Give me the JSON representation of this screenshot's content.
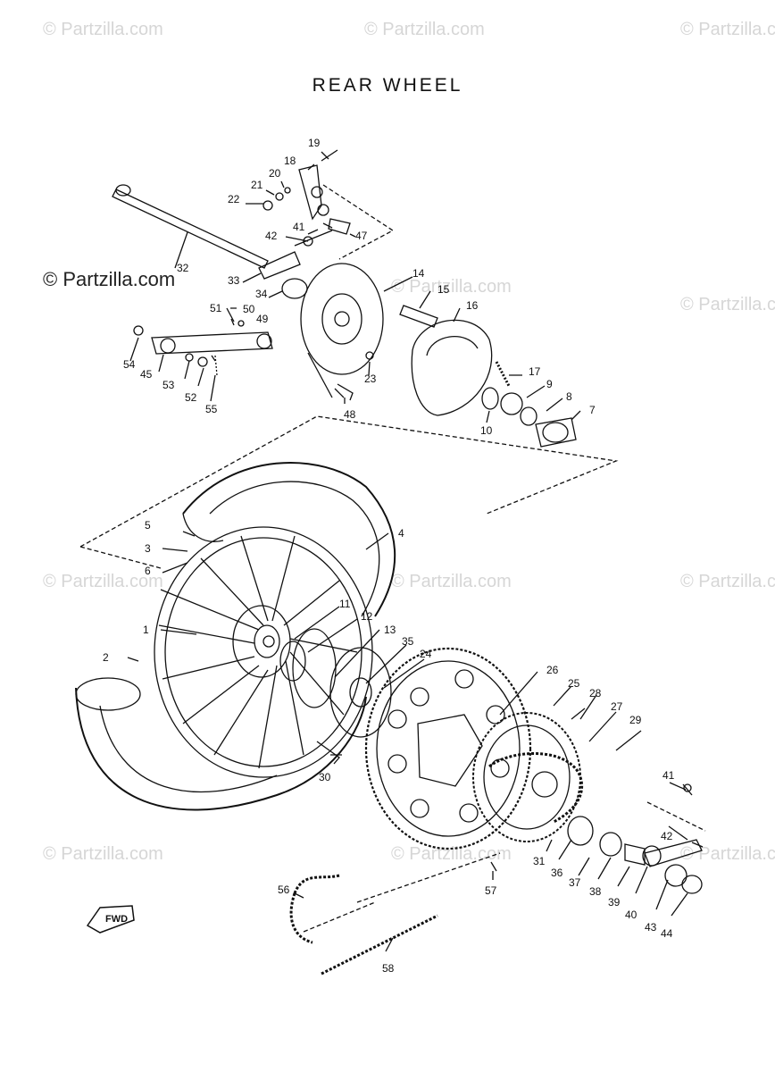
{
  "title": "REAR WHEEL",
  "watermark": "© Partzilla.com",
  "fwd_label": "FWD",
  "part_labels": [
    "1",
    "2",
    "3",
    "4",
    "5",
    "6",
    "7",
    "8",
    "9",
    "10",
    "11",
    "12",
    "13",
    "14",
    "15",
    "16",
    "17",
    "19",
    "18",
    "20",
    "21",
    "22",
    "23",
    "24",
    "25",
    "26",
    "27",
    "28",
    "29",
    "30",
    "31",
    "32",
    "33",
    "34",
    "35",
    "36",
    "37",
    "38",
    "39",
    "40",
    "41",
    "41",
    "42",
    "42",
    "43",
    "44",
    "45",
    "47",
    "48",
    "49",
    "50",
    "51",
    "52",
    "53",
    "54",
    "55",
    "56",
    "57",
    "58"
  ]
}
